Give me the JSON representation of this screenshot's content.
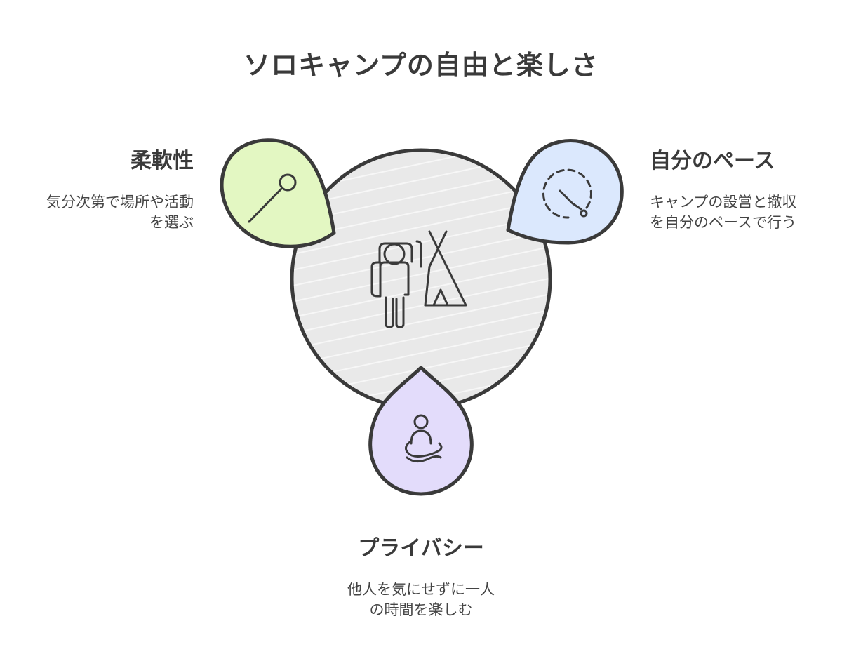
{
  "title": "ソロキャンプの自由と楽しさ",
  "colors": {
    "stroke": "#3a3a3a",
    "center_fill": "#e8e8e8",
    "flexibility_fill": "#e3f7c2",
    "pace_fill": "#dbe8fd",
    "privacy_fill": "#e3dcfb"
  },
  "center": {
    "icon": "solo-camper-tent-icon"
  },
  "nodes": [
    {
      "id": "flexibility",
      "heading": "柔軟性",
      "body_lines": [
        "気分次第で場所や活動",
        "を選ぶ"
      ],
      "icon": "map-pin-icon"
    },
    {
      "id": "pace",
      "heading": "自分のペース",
      "body_lines": [
        "キャンプの設営と撤収",
        "を自分のペースで行う"
      ],
      "icon": "clock-timer-icon"
    },
    {
      "id": "privacy",
      "heading": "プライバシー",
      "body_lines": [
        "他人を気にせずに一人",
        "の時間を楽しむ"
      ],
      "icon": "meditating-person-icon"
    }
  ]
}
